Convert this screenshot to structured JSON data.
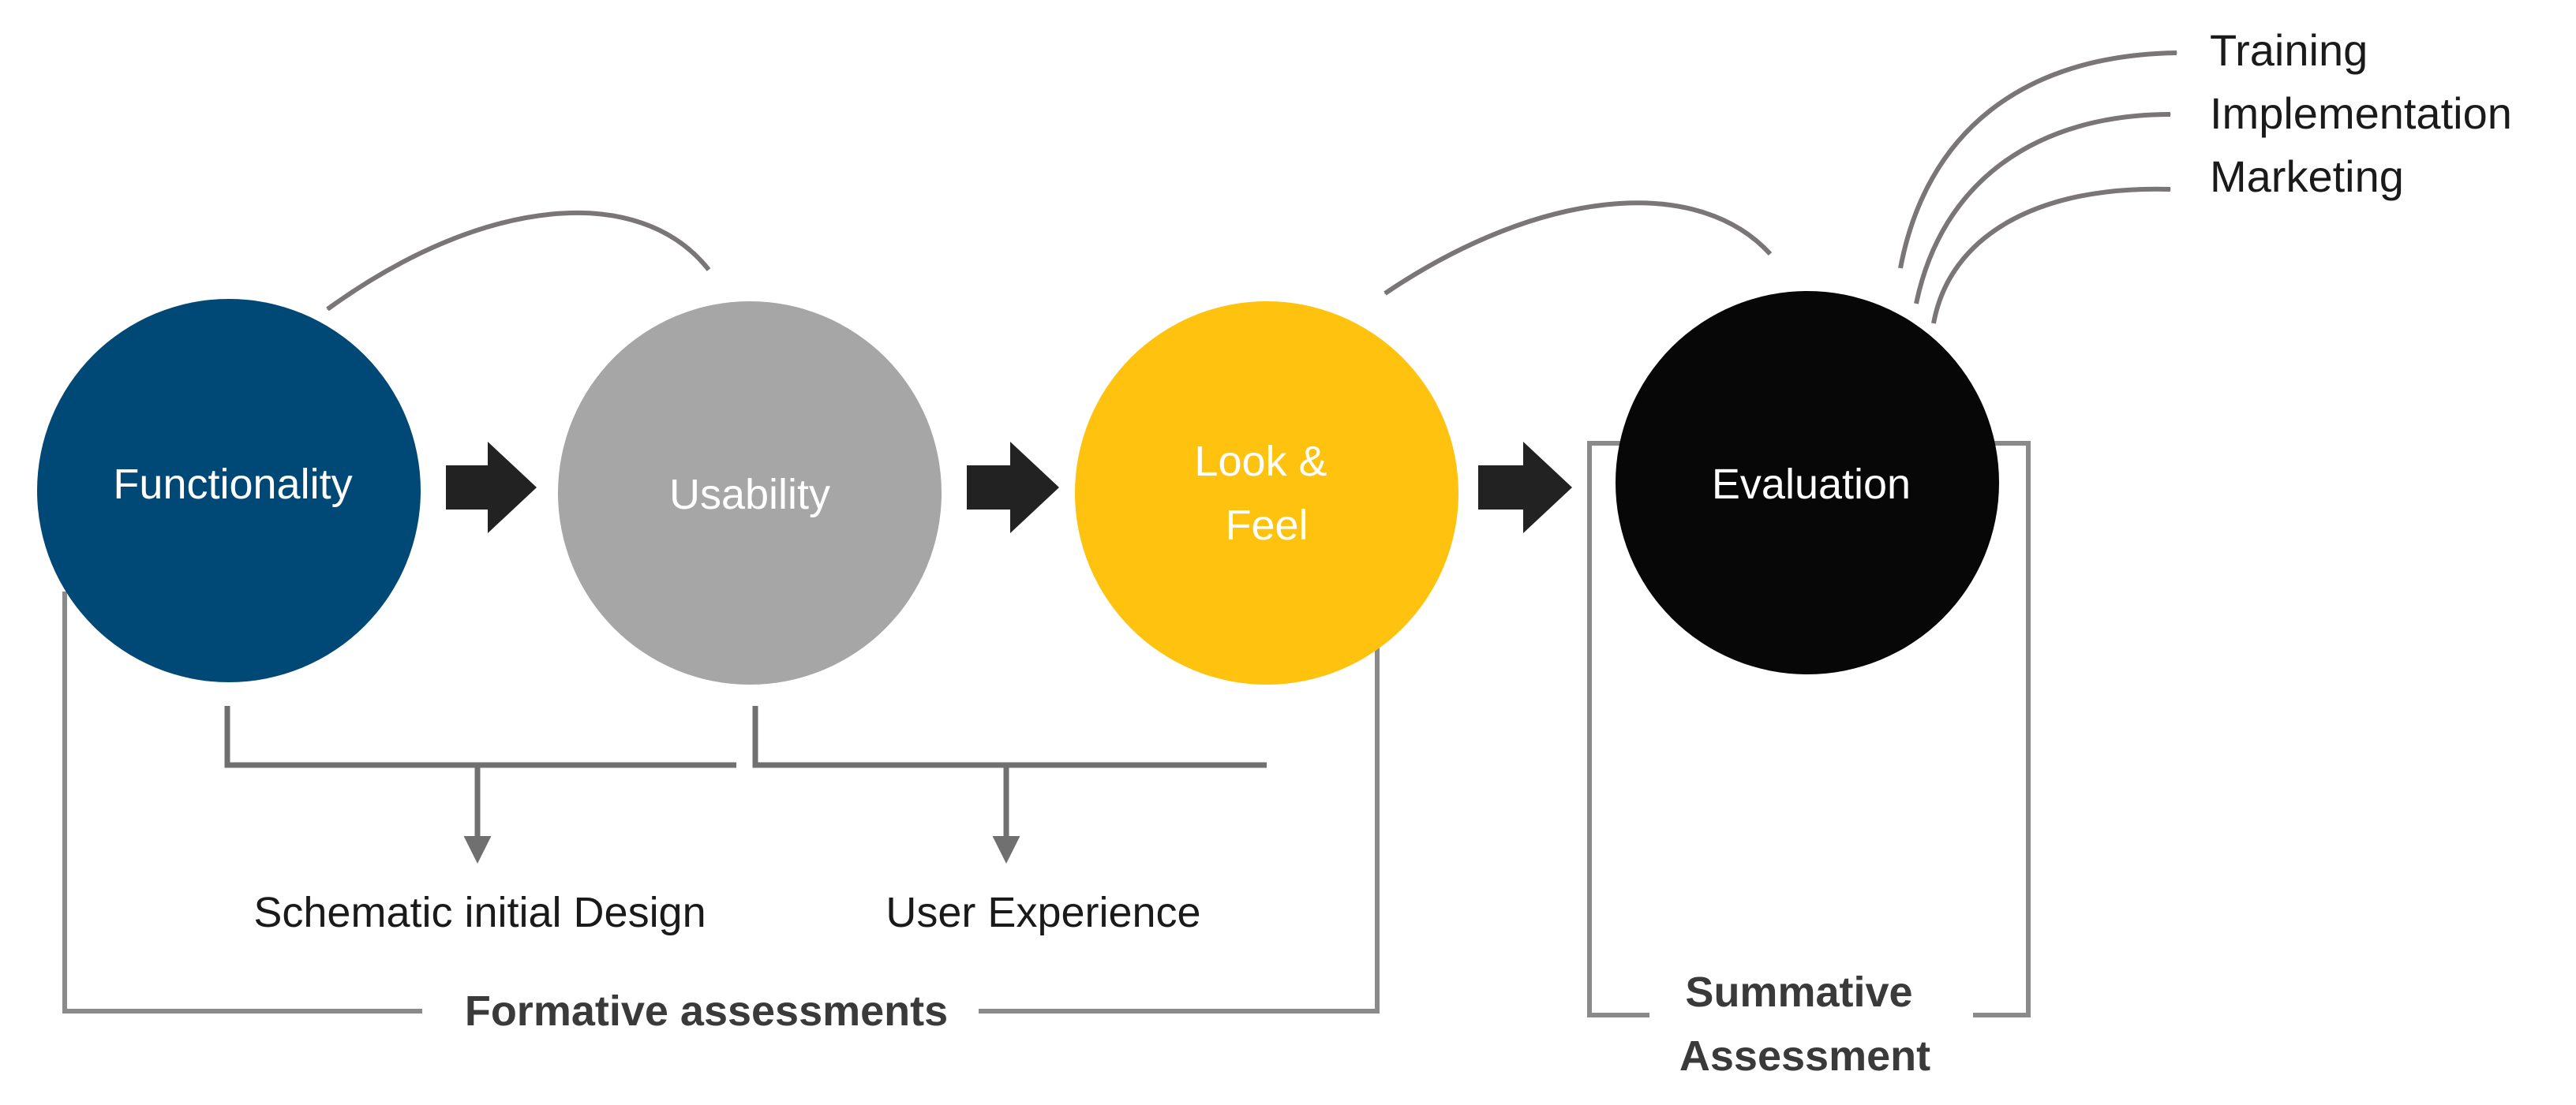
{
  "stages": [
    {
      "label_lines": [
        "Functionality"
      ],
      "color": "#004876",
      "text_color": "#ffffff"
    },
    {
      "label_lines": [
        "Usability"
      ],
      "color": "#a6a6a6",
      "text_color": "#ffffff"
    },
    {
      "label_lines": [
        "Look &",
        "Feel"
      ],
      "color": "#ffc20e",
      "text_color": "#ffffff"
    },
    {
      "label_lines": [
        "Evaluation"
      ],
      "color": "#070707",
      "text_color": "#ffffff"
    }
  ],
  "notes": {
    "schematic": "Schematic initial Design",
    "user_experience": "User Experience"
  },
  "assessments": {
    "formative": "Formative assessments",
    "summative_lines": [
      "Summative",
      "Assessment"
    ]
  },
  "outputs": [
    "Training",
    "Implementation",
    "Marketing"
  ],
  "colors": {
    "arrow": "#222222",
    "bracket": "#8a8a8a",
    "curve": "#7a7576"
  }
}
